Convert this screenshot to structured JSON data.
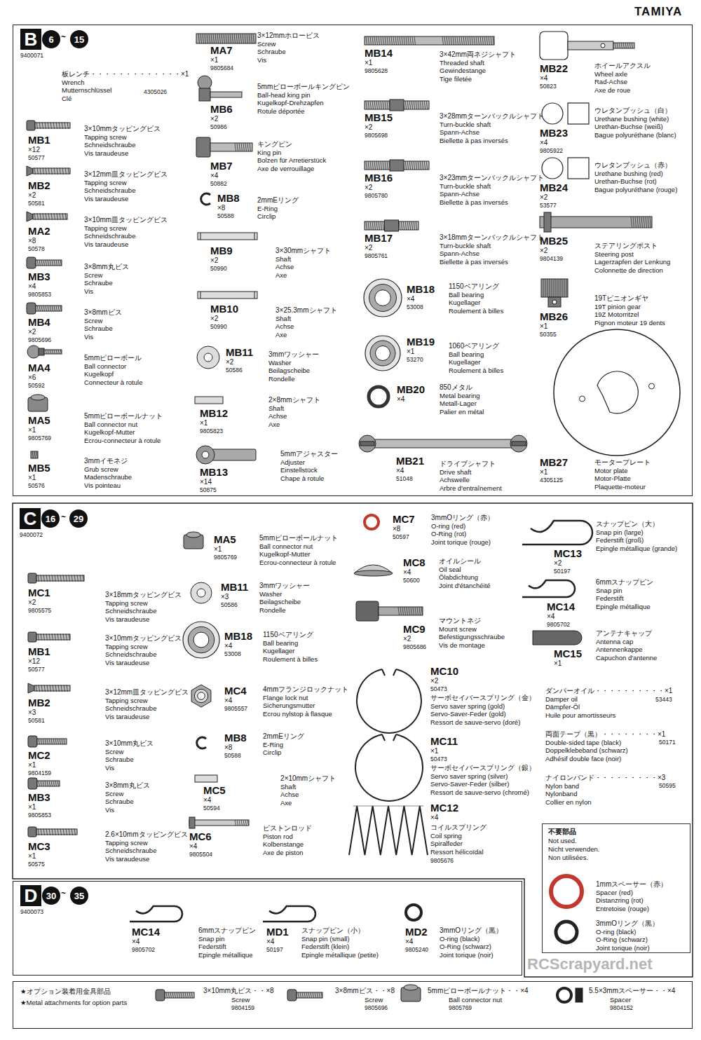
{
  "diagram": {
    "nodes": [
      {
        "text": [
          "9400071"
        ]
      },
      {
        "text": [
          "B"
        ],
        "in": 0
      },
      {
        "text": [
          "6"
        ],
        "in": 0
      },
      {
        "text": [
          "15"
        ],
        "in": 0
      },
      {
        "text": [
          "9400072"
        ]
      },
      {
        "text": [
          "C"
        ],
        "in": 4
      },
      {
        "text": [
          "16"
        ],
        "in": 4
      },
      {
        "text": [
          "29"
        ],
        "in": 4
      },
      {
        "text": [
          "不要部品",
          "Not used.",
          "Nicht verwenden.",
          "Non utilisées."
        ],
        "in": 4
      },
      {
        "text": [
          "9400073"
        ]
      },
      {
        "text": [
          "D"
        ],
        "in": 9
      },
      {
        "text": [
          "30"
        ],
        "in": 9
      },
      {
        "text": [
          "35"
        ],
        "in": 9
      },
      {
        "text": [
          "★オプション装着用金具部品",
          "★Metal attachments for option parts"
        ]
      }
    ],
    "labels": [
      "TAMIYA",
      "~",
      "板レンチ・・・・・・・・・・・・・×1",
      "Wrench",
      "Mutternschlüssel",
      "Clé",
      "4305026",
      "MB1",
      "×12",
      "50577",
      "3×10mmタッピングビス",
      "Tapping screw",
      "Schneidschraube",
      "Vis taraudeuse",
      "MB2",
      "×2",
      "50581",
      "3×12mm皿タッピングビス",
      "Tapping screw",
      "Schneidschraube",
      "Vis taraudeuse",
      "MA2",
      "×8",
      "50578",
      "3×10mm皿タッピングビス",
      "Tapping screw",
      "Schneidschraube",
      "Vis taraudeuse",
      "MB3",
      "×4",
      "9805853",
      "3×8mm丸ビス",
      "Screw",
      "Schraube",
      "Vis",
      "MB4",
      "×2",
      "9805696",
      "3×8mmビス",
      "Screw",
      "Schraube",
      "Vis",
      "MA4",
      "×6",
      "50592",
      "5mmピローボール",
      "Ball connector",
      "Kugelkopf",
      "Connecteur à rotule",
      "MA5",
      "×1",
      "9805769",
      "5mmピローボールナット",
      "Ball connector nut",
      "Kugelkopf-Mutter",
      "Ecrou-connecteur à rotule",
      "MB5",
      "×1",
      "50576",
      "3mmイモネジ",
      "Grub screw",
      "Madenschraube",
      "Vis pointeau",
      "MA7",
      "×1",
      "9805684",
      "3×12mmホロービス",
      "Screw",
      "Schraube",
      "Vis",
      "MB6",
      "×2",
      "50986",
      "5mmピローボールキングピン",
      "Ball-head king pin",
      "Kugelkopf-Drehzapfen",
      "Rotule déportée",
      "MB7",
      "×4",
      "50882",
      "キングピン",
      "King pin",
      "Bolzen für Arretierstück",
      "Axe de verrouillage",
      "MB8",
      "×8",
      "50588",
      "2mmEリング",
      "E-Ring",
      "Circlip",
      "MB9",
      "×2",
      "50990",
      "3×30mmシャフト",
      "Shaft",
      "Achse",
      "Axe",
      "MB10",
      "×2",
      "50990",
      "3×25.3mmシャフト",
      "Shaft",
      "Achse",
      "Axe",
      "MB11",
      "×2",
      "50586",
      "3mmワッシャー",
      "Washer",
      "Beilagscheibe",
      "Rondelle",
      "MB12",
      "×1",
      "9805823",
      "2×8mmシャフト",
      "Shaft",
      "Achse",
      "Axe",
      "MB13",
      "×14",
      "50875",
      "5mmアジャスター",
      "Adjuster",
      "Einstellstück",
      "Chape à rotule",
      "MB14",
      "×1",
      "9805628",
      "3×42mm両ネジシャフト",
      "Threaded shaft",
      "Gewindestange",
      "Tige filetée",
      "MB15",
      "×2",
      "9805698",
      "3×28mmターンバックルシャフト",
      "Turn-buckle shaft",
      "Spann-Achse",
      "Biellette à pas inversés",
      "MB16",
      "×2",
      "9805780",
      "3×23mmターンバックルシャフト",
      "Turn-buckle shaft",
      "Spann-Achse",
      "Biellette à pas inversés",
      "MB17",
      "×2",
      "9805761",
      "3×18mmターンバックルシャフト",
      "Turn-buckle shaft",
      "Spann-Achse",
      "Biellette à pas inversés",
      "MB18",
      "×4",
      "53008",
      "1150ベアリング",
      "Ball bearing",
      "Kugellager",
      "Roulement à billes",
      "MB19",
      "×1",
      "53270",
      "1060ベアリング",
      "Ball bearing",
      "Kugellager",
      "Roulement à billes",
      "MB20",
      "×4",
      "850メタル",
      "Metal bearing",
      "Metall-Lager",
      "Palier en métal",
      "MB21",
      "×4",
      "51048",
      "ドライブシャフト",
      "Drive shaft",
      "Achswelle",
      "Arbre d'entraînement",
      "MB22",
      "×4",
      "50823",
      "ホイールアクスル",
      "Wheel axle",
      "Rad-Achse",
      "Axe de roue",
      "MB23",
      "×4",
      "9805922",
      "ウレタンブッシュ（白）",
      "Urethane bushing (white)",
      "Urethan-Buchse (weiß)",
      "Bague polyuréthane (blanc)",
      "MB24",
      "×2",
      "53577",
      "ウレタンブッシュ（赤）",
      "Urethane bushing (red)",
      "Urethan-Buchse (rot)",
      "Bague polyuréthane (rouge)",
      "MB25",
      "×2",
      "9804139",
      "ステアリングポスト",
      "Steering post",
      "Lagerzapfen der Lenkung",
      "Colonnette de direction",
      "MB26",
      "×1",
      "50355",
      "19Tピニオンギヤ",
      "19T pinion gear",
      "19Z Motorritzel",
      "Pignon moteur 19 dents",
      "MB27",
      "×1",
      "4305125",
      "モータープレート",
      "Motor plate",
      "Motor-Platte",
      "Plaquette-moteur",
      "~",
      "MC1",
      "×2",
      "9805575",
      "3×18mmタッピングビス",
      "Tapping screw",
      "Schneidschraube",
      "Vis taraudeuse",
      "MB1",
      "×12",
      "50577",
      "3×10mmタッピングビス",
      "Tapping screw",
      "Schneidschraube",
      "Vis taraudeuse",
      "MB2",
      "×3",
      "50581",
      "3×12mm皿タッピングビス",
      "Tapping screw",
      "Schneidschraube",
      "Vis taraudeuse",
      "MC2",
      "×1",
      "9804159",
      "3×10mm丸ビス",
      "Screw",
      "Schraube",
      "Vis",
      "MB3",
      "×1",
      "9805853",
      "3×8mm丸ビス",
      "Screw",
      "Schraube",
      "Vis",
      "MC3",
      "×1",
      "50575",
      "2.6×10mmタッピングビス",
      "Tapping screw",
      "Schneidschraube",
      "Vis taraudeuse",
      "MA5",
      "×1",
      "9805769",
      "5mmピローボールナット",
      "Ball connector nut",
      "Kugelkopf-Mutter",
      "Ecrou-connecteur à rotule",
      "MB11",
      "×3",
      "50586",
      "3mmワッシャー",
      "Washer",
      "Beilagscheibe",
      "Rondelle",
      "MB18",
      "×4",
      "53008",
      "1150ベアリング",
      "Ball bearing",
      "Kugellager",
      "Roulement à billes",
      "MC4",
      "×4",
      "9805557",
      "4mmフランジロックナット",
      "Flange lock nut",
      "Sicherungsmutter",
      "Ecrou nylstop à flasque",
      "MB8",
      "×8",
      "50588",
      "2mmEリング",
      "E-Ring",
      "Circlip",
      "MC5",
      "×4",
      "50594",
      "2×10mmシャフト",
      "Shaft",
      "Achse",
      "Axe",
      "MC6",
      "×4",
      "9805504",
      "ピストンロッド",
      "Piston rod",
      "Kolbenstange",
      "Axe de piston",
      "MC7",
      "×8",
      "50597",
      "3mmOリング（赤）",
      "O-ring (red)",
      "O-Ring (rot)",
      "Joint torique (rouge)",
      "MC8",
      "×4",
      "50600",
      "オイルシール",
      "Oil seal",
      "Ölabdichtung",
      "Joint d'étanchéité",
      "MC9",
      "×2",
      "9805686",
      "マウントネジ",
      "Mount screw",
      "Befestigungsschraube",
      "Vis de montage",
      "MC10",
      "×2",
      "50473",
      "サーボセイバースプリング（金）",
      "Servo saver spring (gold)",
      "Servo-Saver-Feder (gold)",
      "Ressort de sauve-servo (doré)",
      "MC11",
      "×1",
      "50473",
      "サーボセイバースプリング（銀）",
      "Servo saver spring (silver)",
      "Servo-Saver-Feder (silber)",
      "Ressort de sauve-servo (chromé)",
      "MC12",
      "×4",
      "9805676",
      "コイルスプリング",
      "Coil spring",
      "Spiralfeder",
      "Ressort hélicoïdal",
      "MC13",
      "×2",
      "50197",
      "スナップピン（大）",
      "Snap pin (large)",
      "Federstift (groß)",
      "Epingle métallique (grande)",
      "MC14",
      "×4",
      "9805702",
      "6mmスナップピン",
      "Snap pin",
      "Federstift",
      "Epingle métallique",
      "MC15",
      "×1",
      "アンテナキャップ",
      "Antenna cap",
      "Antennenkappe",
      "Capuchon d'antenne",
      "ダンパーオイル・・・・・・・・・・×1",
      "Damper oil",
      "Dämpfer-Öl",
      "Huile pour amortisseurs",
      "53443",
      "両面テープ（黒）・・・・・・・・×1",
      "Double-sided tape (black)",
      "Doppelklebeband (schwarz)",
      "Adhésif double face (noir)",
      "50171",
      "ナイロンバンド・・・・・・・・・×3",
      "Nylon band",
      "Nylonband",
      "Collier en nylon",
      "50595",
      "1mmスペーサー（赤）",
      "Spacer (red)",
      "Distanzring (rot)",
      "Entretoise (rouge)",
      "3mmOリング（黒）",
      "O-ring (black)",
      "O-Ring (schwarz)",
      "Joint torique (noir)",
      "~",
      "MC14",
      "×4",
      "9805702",
      "6mmスナップピン",
      "Snap pin",
      "Federstift",
      "Epingle métallique",
      "MD1",
      "×4",
      "50197",
      "スナップピン（小）",
      "Snap pin (small)",
      "Federstift (klein)",
      "Epingle métallique (petite)",
      "MD2",
      "×4",
      "9805240",
      "3mmOリング（黒）",
      "O-ring (black)",
      "O-Ring (schwarz)",
      "Joint torique (noir)",
      "3×10mm丸ビス・・×8",
      "Screw",
      "9804159",
      "3×8mmビス・・×8",
      "Screw",
      "9805696",
      "5mmピローボールナット・・×4",
      "Ball connector nut",
      "9805769",
      "5.5×3mmスペーサー・・×4",
      "Spacer",
      "9804152",
      "RCScrapyard.net"
    ]
  }
}
